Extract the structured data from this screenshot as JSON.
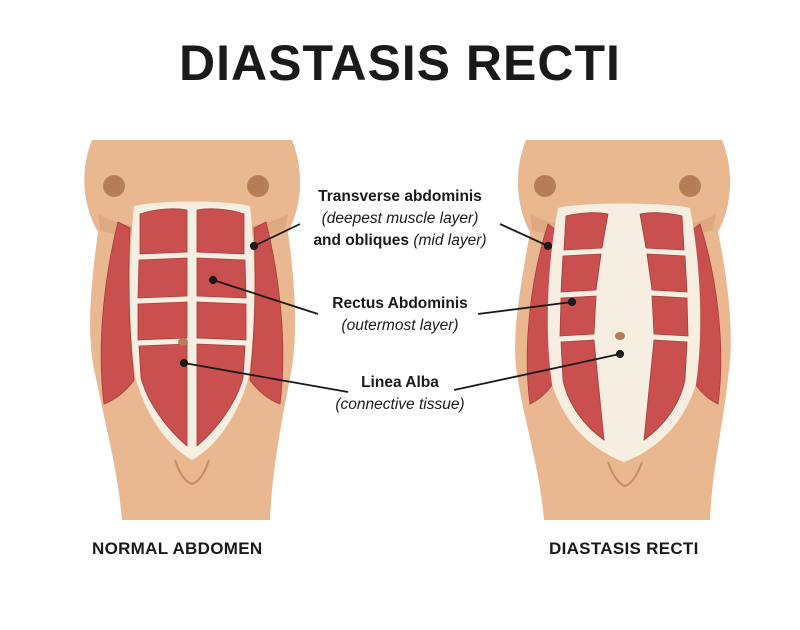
{
  "title": "DIASTASIS RECTI",
  "captions": {
    "left": "NORMAL ABDOMEN",
    "right": "DIASTASIS RECTI"
  },
  "labels": {
    "obliques": {
      "name1": "Transverse abdominis",
      "note1": "(deepest muscle layer)",
      "name2": "and obliques",
      "note2": "(mid layer)"
    },
    "rectus": {
      "name": "Rectus Abdominis",
      "note": "(outermost layer)"
    },
    "linea": {
      "name": "Linea Alba",
      "note": "(connective tissue)"
    }
  },
  "colors": {
    "skin": "#e9b890",
    "skin_shadow": "#d49a72",
    "muscle": "#c9504e",
    "muscle_dark": "#a83c3a",
    "sheath": "#f7eee2",
    "nipple": "#b57e57",
    "line": "#1a1a1a"
  }
}
